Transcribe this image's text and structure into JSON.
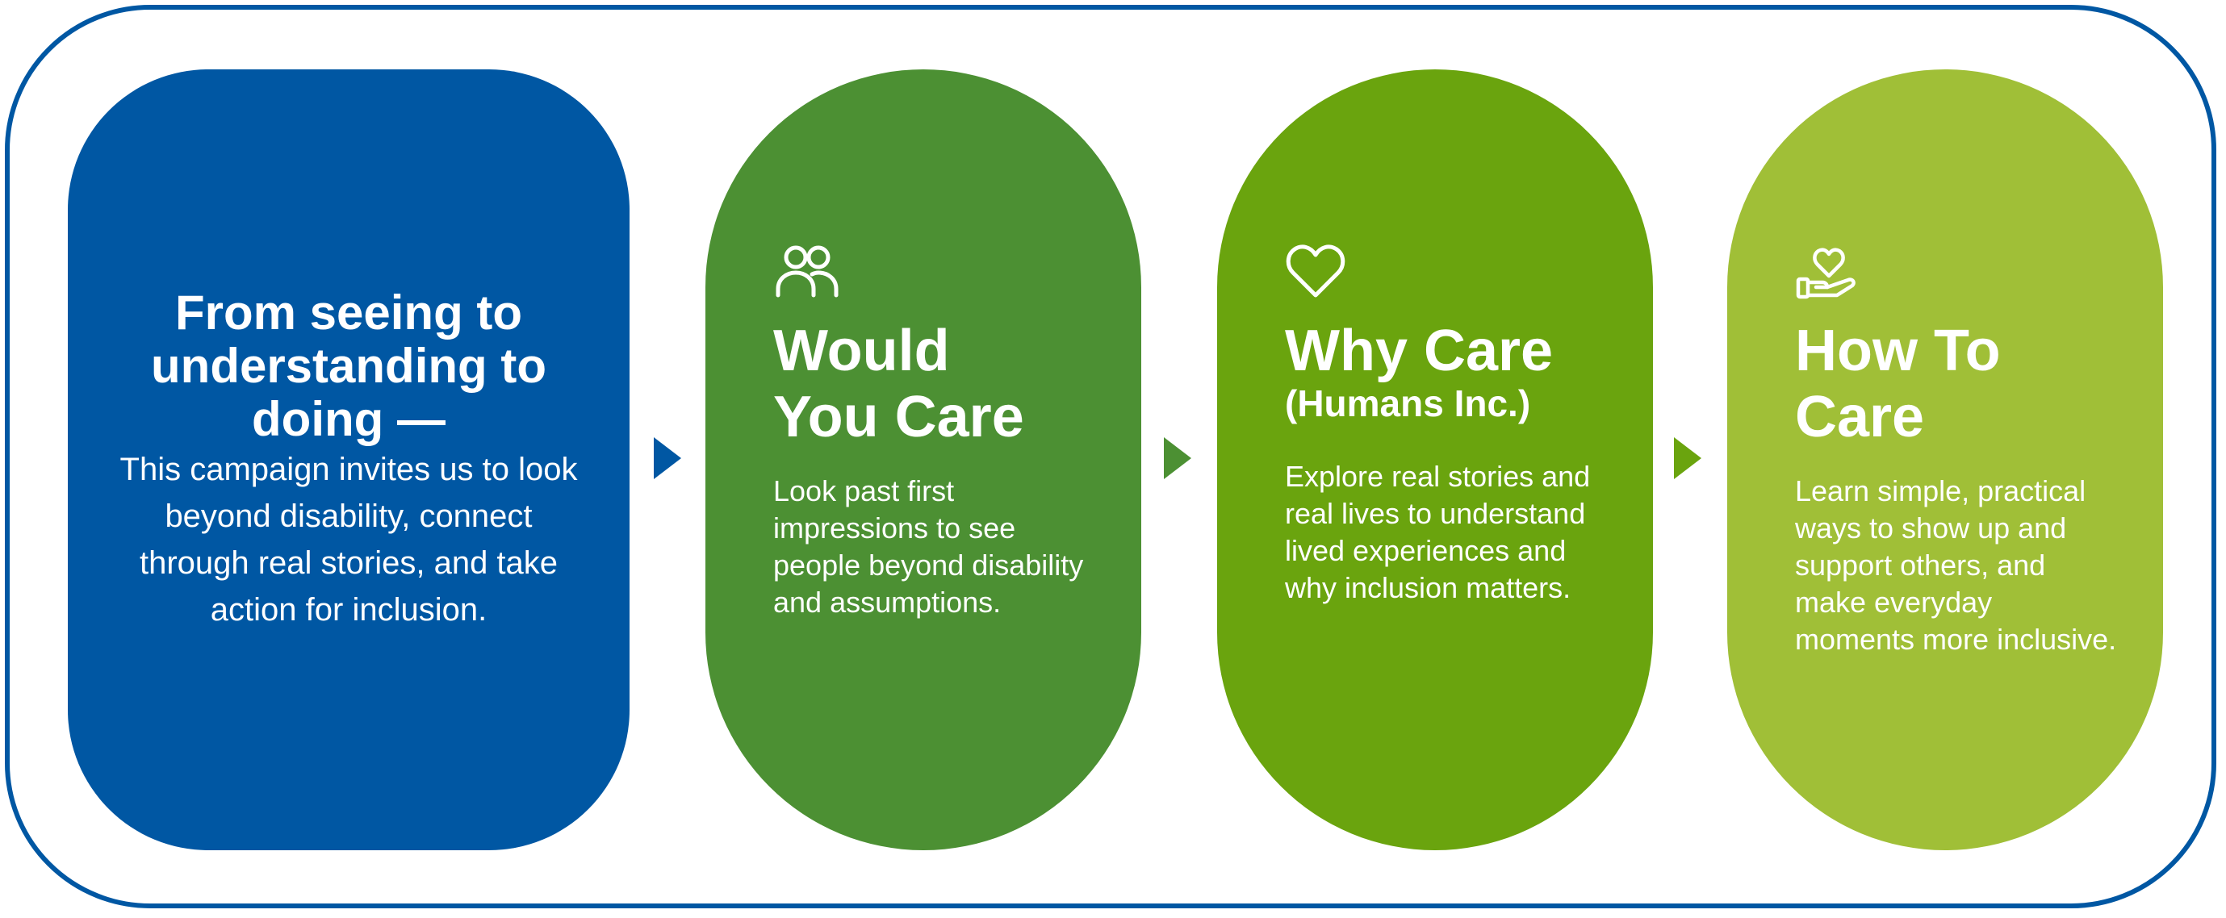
{
  "intro": {
    "heading": "From seeing to understanding to doing —",
    "body": "This campaign invites us to look beyond disability, connect through real stories, and take action for inclusion."
  },
  "steps": [
    {
      "icon": "people-icon",
      "title_line1": "Would",
      "title_line2": "You Care",
      "subtitle": "",
      "body": "Look past first impressions to see people beyond disability and assumptions.",
      "color": "#4c9033"
    },
    {
      "icon": "heart-icon",
      "title_line1": "Why Care",
      "title_line2": "",
      "subtitle": "(Humans Inc.)",
      "body": "Explore real stories and real lives to understand lived experiences and why inclusion matters.",
      "color": "#6aa40e"
    },
    {
      "icon": "heart-in-hand-icon",
      "title_line1": "How To",
      "title_line2": "Care",
      "subtitle": "",
      "body": "Learn simple, practical ways to show up and support others, and make everyday moments more inclusive.",
      "color": "#a0bf37"
    }
  ],
  "colors": {
    "frame": "#0057a3",
    "intro": "#0057a3",
    "text": "#ffffff"
  }
}
